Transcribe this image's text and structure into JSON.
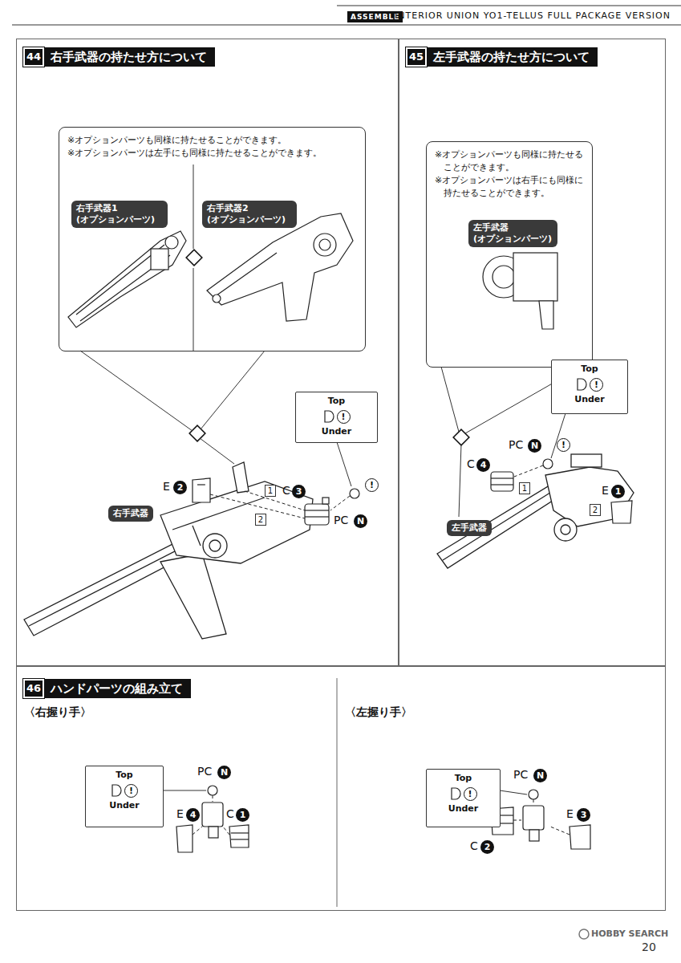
{
  "diagram": {
    "nodes": [
      {
        "text": [
          "右手武器の持たせ方について"
        ]
      },
      {
        "text": [
          "44"
        ],
        "in": 0
      },
      {
        "text": [
          "※オプションパーツも同様に持たせることができます。",
          "※オプションパーツは左手にも同様に持たせることができます。"
        ],
        "in": 0
      },
      {
        "text": [
          "右手武器1 (オプションパーツ)"
        ],
        "in": 2
      },
      {
        "text": [
          "右手武器2 (オプションパーツ)"
        ],
        "in": 2
      },
      {
        "text": [
          "Top",
          "!",
          "Under"
        ],
        "in": 0
      },
      {
        "text": [
          "右手武器"
        ],
        "in": 0
      },
      {
        "text": [
          "左手武器の持たせ方について"
        ]
      },
      {
        "text": [
          "45"
        ],
        "in": 7
      },
      {
        "text": [
          "※オプションパーツも同様に持たせることができます。",
          "※オプションパーツは右手にも同様に持たせることができます。"
        ],
        "in": 7
      },
      {
        "text": [
          "左手武器 (オプションパーツ)"
        ],
        "in": 9
      },
      {
        "text": [
          "Top",
          "!",
          "Under"
        ],
        "in": 7
      },
      {
        "text": [
          "左手武器"
        ],
        "in": 7
      },
      {
        "text": [
          "ハンドパーツの組み立て"
        ]
      },
      {
        "text": [
          "46"
        ],
        "in": 13
      },
      {
        "text": [
          "Top",
          "!",
          "Under"
        ],
        "in": 13
      },
      {
        "text": [
          "Top",
          "!",
          "Under"
        ],
        "in": 13
      }
    ],
    "labels": [
      "ASSEMBLE",
      "INTERIOR UNION YO1-TELLUS FULL PACKAGE VERSION",
      "E",
      "2",
      "1",
      "2",
      "C",
      "3",
      "!",
      "PC",
      "N",
      "PC",
      "N",
      "!",
      "C",
      "4",
      "1",
      "2",
      "E",
      "1",
      "〈右握り手〉",
      "〈左握り手〉",
      "PC",
      "N",
      "E",
      "4",
      "C",
      "1",
      "PC",
      "N",
      "C",
      "2",
      "E",
      "3",
      "20",
      "HOBBY SEARCH"
    ]
  }
}
